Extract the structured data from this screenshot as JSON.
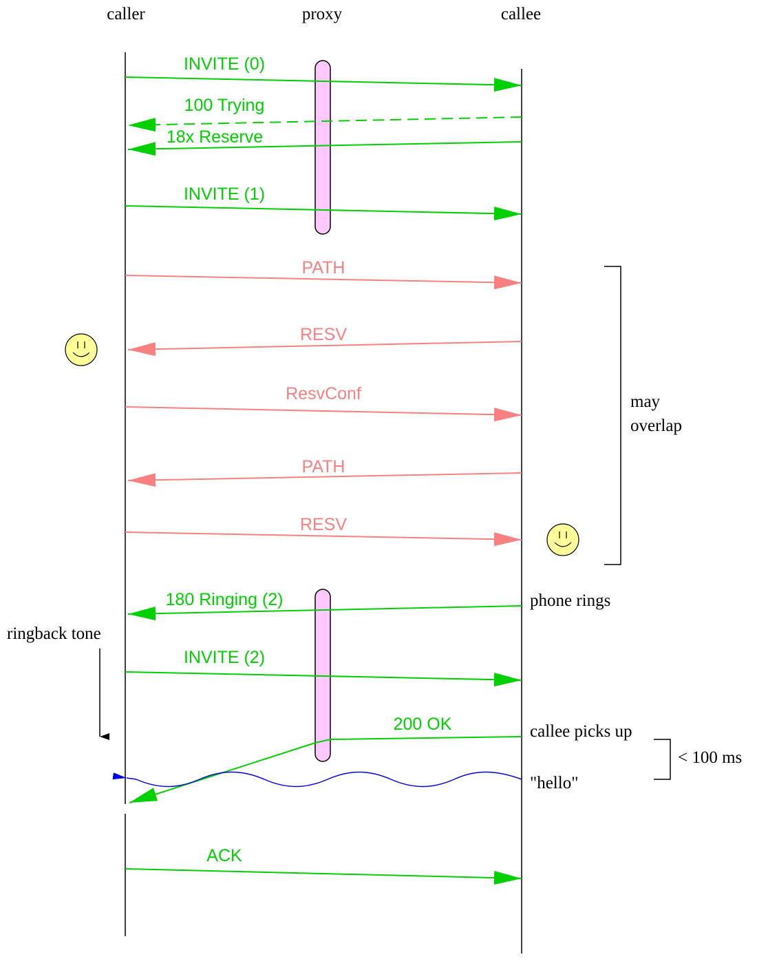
{
  "participants": {
    "caller": "caller",
    "proxy": "proxy",
    "callee": "callee"
  },
  "colors": {
    "sip": "#00d000",
    "rsvp": "#f88080",
    "media": "#0000e0",
    "proxy_box_fill": "#ffc8ff",
    "smiley_fill": "#ffff99",
    "line": "#000000"
  },
  "messages": [
    {
      "id": "invite-0",
      "label": "INVITE (0)",
      "protocol": "sip",
      "from": "caller",
      "to": "callee",
      "style": "solid"
    },
    {
      "id": "trying-100",
      "label": "100 Trying",
      "protocol": "sip",
      "from": "callee",
      "to": "caller",
      "style": "dashed"
    },
    {
      "id": "reserve-18x",
      "label": "18x Reserve",
      "protocol": "sip",
      "from": "callee",
      "to": "caller",
      "style": "solid"
    },
    {
      "id": "invite-1",
      "label": "INVITE (1)",
      "protocol": "sip",
      "from": "caller",
      "to": "callee",
      "style": "solid"
    },
    {
      "id": "path-1",
      "label": "PATH",
      "protocol": "rsvp",
      "from": "caller",
      "to": "callee",
      "style": "solid"
    },
    {
      "id": "resv-1",
      "label": "RESV",
      "protocol": "rsvp",
      "from": "callee",
      "to": "caller",
      "style": "solid"
    },
    {
      "id": "resvconf",
      "label": "ResvConf",
      "protocol": "rsvp",
      "from": "caller",
      "to": "callee",
      "style": "solid"
    },
    {
      "id": "path-2",
      "label": "PATH",
      "protocol": "rsvp",
      "from": "callee",
      "to": "caller",
      "style": "solid"
    },
    {
      "id": "resv-2",
      "label": "RESV",
      "protocol": "rsvp",
      "from": "caller",
      "to": "callee",
      "style": "solid"
    },
    {
      "id": "ringing-180",
      "label": "180 Ringing (2)",
      "protocol": "sip",
      "from": "callee",
      "to": "caller",
      "style": "solid"
    },
    {
      "id": "invite-2",
      "label": "INVITE (2)",
      "protocol": "sip",
      "from": "caller",
      "to": "callee",
      "style": "solid"
    },
    {
      "id": "ok-200",
      "label": "200 OK",
      "protocol": "sip",
      "from": "callee",
      "to": "caller",
      "style": "solid"
    },
    {
      "id": "ack",
      "label": "ACK",
      "protocol": "sip",
      "from": "caller",
      "to": "callee",
      "style": "solid"
    }
  ],
  "annotations": {
    "may_overlap_line1": "may",
    "may_overlap_line2": "overlap",
    "phone_rings": "phone rings",
    "ringback_tone": "ringback tone",
    "callee_picks_up": "callee picks up",
    "hello": "\"hello\"",
    "latency": "< 100 ms"
  },
  "icons": [
    "smiley-icon",
    "smiley-icon"
  ]
}
